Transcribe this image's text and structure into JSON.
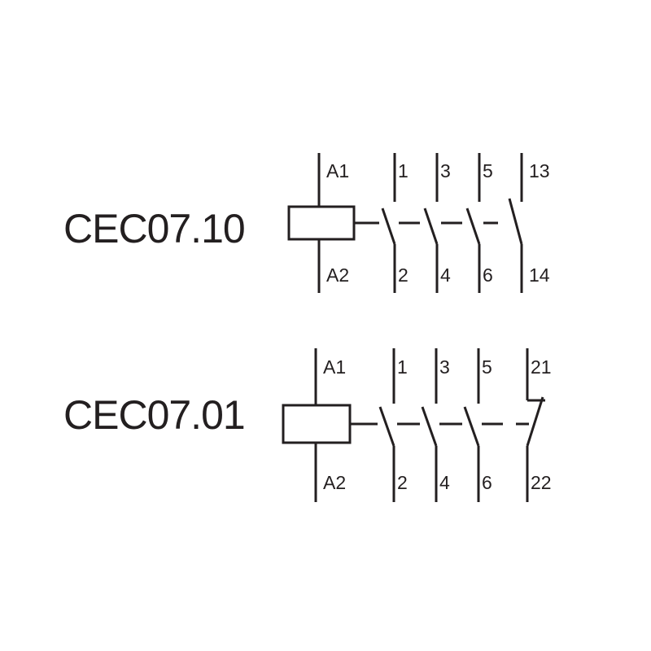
{
  "diagrams": [
    {
      "model": "CEC07.10",
      "coil": {
        "top": "A1",
        "bottom": "A2"
      },
      "contacts": [
        {
          "top": "1",
          "bottom": "2",
          "kind": "NO"
        },
        {
          "top": "3",
          "bottom": "4",
          "kind": "NO"
        },
        {
          "top": "5",
          "bottom": "6",
          "kind": "NO"
        },
        {
          "top": "13",
          "bottom": "14",
          "kind": "NO"
        }
      ]
    },
    {
      "model": "CEC07.01",
      "coil": {
        "top": "A1",
        "bottom": "A2"
      },
      "contacts": [
        {
          "top": "1",
          "bottom": "2",
          "kind": "NO"
        },
        {
          "top": "3",
          "bottom": "4",
          "kind": "NO"
        },
        {
          "top": "5",
          "bottom": "6",
          "kind": "NO"
        },
        {
          "top": "21",
          "bottom": "22",
          "kind": "NC"
        }
      ]
    }
  ],
  "colors": {
    "ink": "#231f20",
    "background": "#ffffff"
  }
}
